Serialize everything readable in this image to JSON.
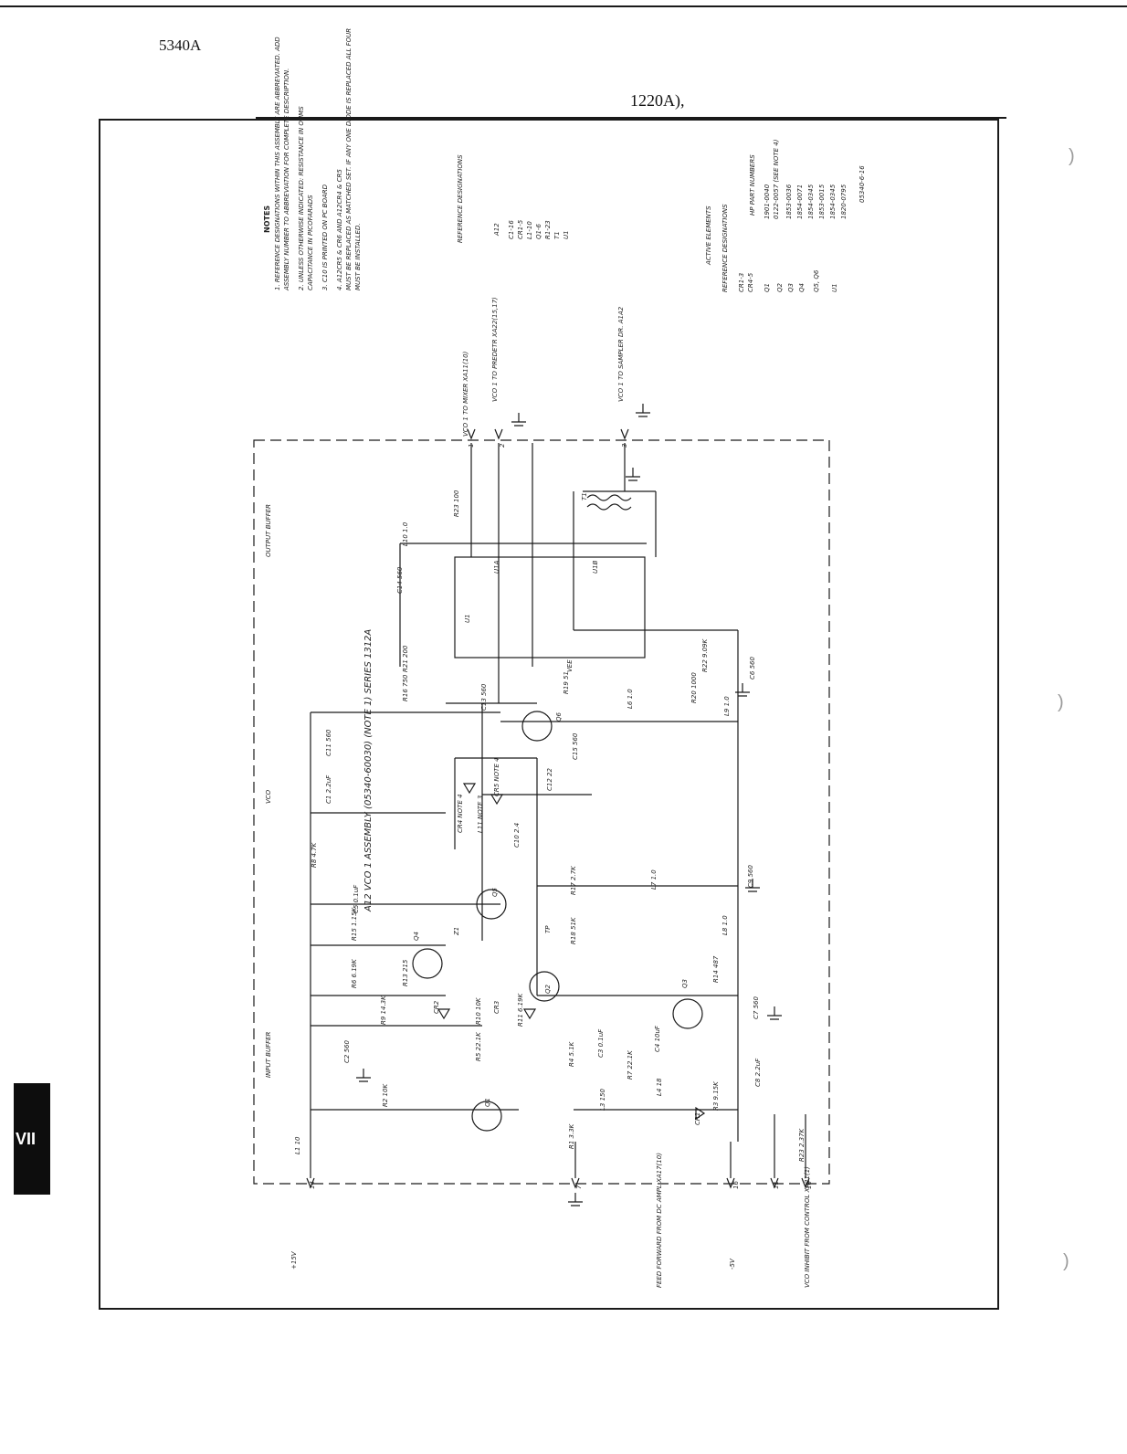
{
  "header": {
    "model": "5340A",
    "reference": "1220A),"
  },
  "side_tab": {
    "label": "VII"
  },
  "margin_marks": [
    ")",
    ")",
    ")"
  ],
  "schematic": {
    "title": "A12 VCO 1 ASSEMBLY (05340-60030) (NOTE 1) SERIES 1312A",
    "sections": {
      "input_buffer": "INPUT BUFFER",
      "vco": "VCO",
      "output_buffer": "OUTPUT BUFFER"
    },
    "notes": {
      "title": "NOTES",
      "lines": [
        "1. REFERENCE DESIGNATIONS WITHIN THIS ASSEMBLY ARE ABBREVIATED. ADD",
        "ASSEMBLY NUMBER TO ABBREVIATION FOR COMPLETE DESCRIPTION.",
        "2. UNLESS OTHERWISE INDICATED: RESISTANCE IN OHMS",
        "CAPACITANCE IN PICOFARADS",
        "3. C10 IS PRINTED ON PC BOARD",
        "4. A12CR5 & CR6 AND A12CR4 & CR5",
        "MUST BE REPLACED AS MATCHED SET. IF ANY ONE DIODE IS REPLACED ALL FOUR",
        "MUST BE INSTALLED."
      ]
    },
    "ref_table": {
      "title": "REFERENCE DESIGNATIONS",
      "header": "A12",
      "rows": [
        "C1-16",
        "CR1-5",
        "L1-10",
        "Q1-6",
        "R1-23",
        "T1",
        "U1"
      ]
    },
    "active_table": {
      "title": "ACTIVE ELEMENTS",
      "headers": [
        "REFERENCE DESIGNATIONS",
        "HP PART NUMBERS"
      ],
      "rows": [
        [
          "CR1-3",
          "1901-0040"
        ],
        [
          "CR4-5",
          "0122-0057 (SEE NOTE 4)"
        ],
        [
          "Q1",
          "1853-0036"
        ],
        [
          "Q2",
          "1854-0071"
        ],
        [
          "Q3",
          "1854-0345"
        ],
        [
          "Q4",
          "1853-0015"
        ],
        [
          "Q5, Q6",
          "1854-0345"
        ],
        [
          "U1",
          "1820-0795"
        ]
      ],
      "code": "05340-6-16"
    },
    "connectors": {
      "vco_mixer": "VCO 1 TO MIXER XA11(10)",
      "vco_predct": "VCO 1 TO PREDETR XA22(15,17)",
      "vco_sampler": "VCO 1 TO SAMPLER DR. A1A2",
      "plus15": "+15V",
      "minus5": "-5V",
      "feed_forward": "FEED FORWARD FROM DC AMPL XA17(10)",
      "vco_inhibit": "VCO INHIBIT FROM CONTROL XA21(1)",
      "pins": [
        "14",
        "7",
        "16",
        "11",
        "10",
        "1",
        "3",
        "2"
      ]
    },
    "components": [
      "L1 10",
      "R2 10K",
      "C2 560",
      "Q1",
      "R1 3.3K",
      "R4 5.1K",
      "R5 22.1K",
      "R9 14.3K",
      "CR2",
      "R6 6.19K",
      "R13 215",
      "R15 1.15K",
      "Q4",
      "C5 0.1uF",
      "Q2",
      "R10 10K",
      "CR3",
      "R11 6.19K",
      "L3 150",
      "C3 0.1uF",
      "R7 22.1K",
      "L4 18",
      "C4 10uF",
      "CR1",
      "R3 9.15K",
      "Q3",
      "R14 487",
      "C7 560",
      "C8 2.2uF",
      "R23 2.37K",
      "Z1",
      "Q5",
      "R17 2.7K",
      "L7 1.0",
      "C9 560",
      "R18 51K",
      "L8 1.0",
      "C10 2.4",
      "CR4 NOTE 4",
      "L11 NOTE 3",
      "CR5 NOTE 4",
      "C12 22",
      "R8 4.7K",
      "C1 2.2uF",
      "C11 560",
      "Q6",
      "R16 750",
      "C13 560",
      "R19 51",
      "C15 560",
      "L6 1.0",
      "R20 1000",
      "L9 1.0",
      "R22 9.09K",
      "C6 560",
      "R21 200",
      "C14 560",
      "U1",
      "L10 1.0",
      "R23 100",
      "T1",
      "TP",
      "U1A",
      "U1B",
      "VEE"
    ]
  }
}
